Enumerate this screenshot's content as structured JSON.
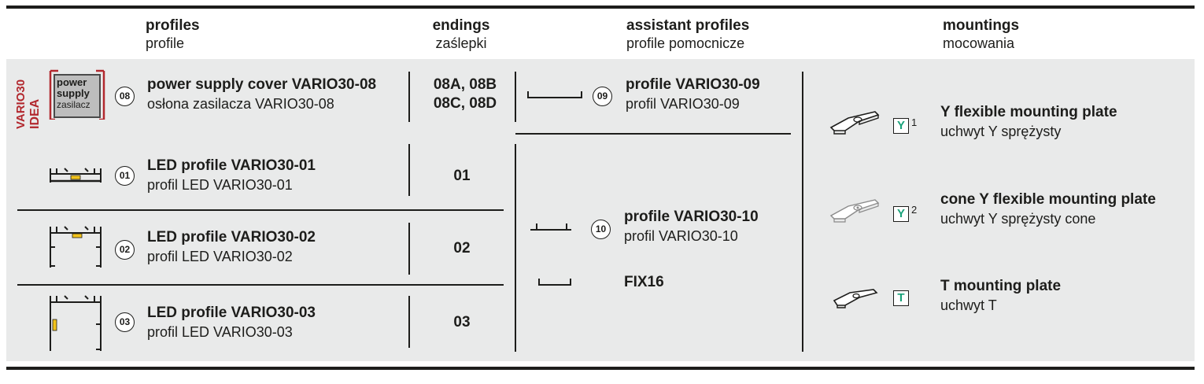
{
  "headers": {
    "profiles": {
      "title": "profiles",
      "subtitle": "profile"
    },
    "endings": {
      "title": "endings",
      "subtitle": "zaślepki"
    },
    "assistant": {
      "title": "assistant profiles",
      "subtitle": "profile pomocnicze"
    },
    "mountings": {
      "title": "mountings",
      "subtitle": "mocowania"
    }
  },
  "brand": {
    "line1": "VARIO30",
    "line2": "IDEA",
    "color": "#b2282e"
  },
  "power_supply_icon": {
    "line1": "power",
    "line2": "supply",
    "line3": "zasilacz"
  },
  "profiles": [
    {
      "num": "08",
      "name": "power supply cover VARIO30-08",
      "name_pl": "osłona zasilacza VARIO30-08",
      "endings": [
        "08A, 08B",
        "08C, 08D"
      ]
    },
    {
      "num": "01",
      "name": "LED profile VARIO30-01",
      "name_pl": "profil LED VARIO30-01",
      "endings": [
        "01"
      ]
    },
    {
      "num": "02",
      "name": "LED profile VARIO30-02",
      "name_pl": "profil LED VARIO30-02",
      "endings": [
        "02"
      ]
    },
    {
      "num": "03",
      "name": "LED profile VARIO30-03",
      "name_pl": "profil LED VARIO30-03",
      "endings": [
        "03"
      ]
    }
  ],
  "assistant": [
    {
      "num": "09",
      "name": "profile VARIO30-09",
      "name_pl": "profil VARIO30-09"
    },
    {
      "num": "10",
      "name": "profile VARIO30-10",
      "name_pl": "profil VARIO30-10"
    },
    {
      "num": "",
      "name": "FIX16",
      "name_pl": ""
    }
  ],
  "mountings": [
    {
      "badge": "Y",
      "sup": "1",
      "name": "Y flexible mounting plate",
      "name_pl": "uchwyt Y sprężysty"
    },
    {
      "badge": "Y",
      "sup": "2",
      "name": "cone Y flexible mounting plate",
      "name_pl": "uchwyt Y sprężysty cone"
    },
    {
      "badge": "T",
      "sup": "",
      "name": "T mounting plate",
      "name_pl": "uchwyt T"
    }
  ],
  "colors": {
    "panel": "#e9eaea",
    "badge_text": "#1aa27a",
    "accent": "#b2282e"
  }
}
